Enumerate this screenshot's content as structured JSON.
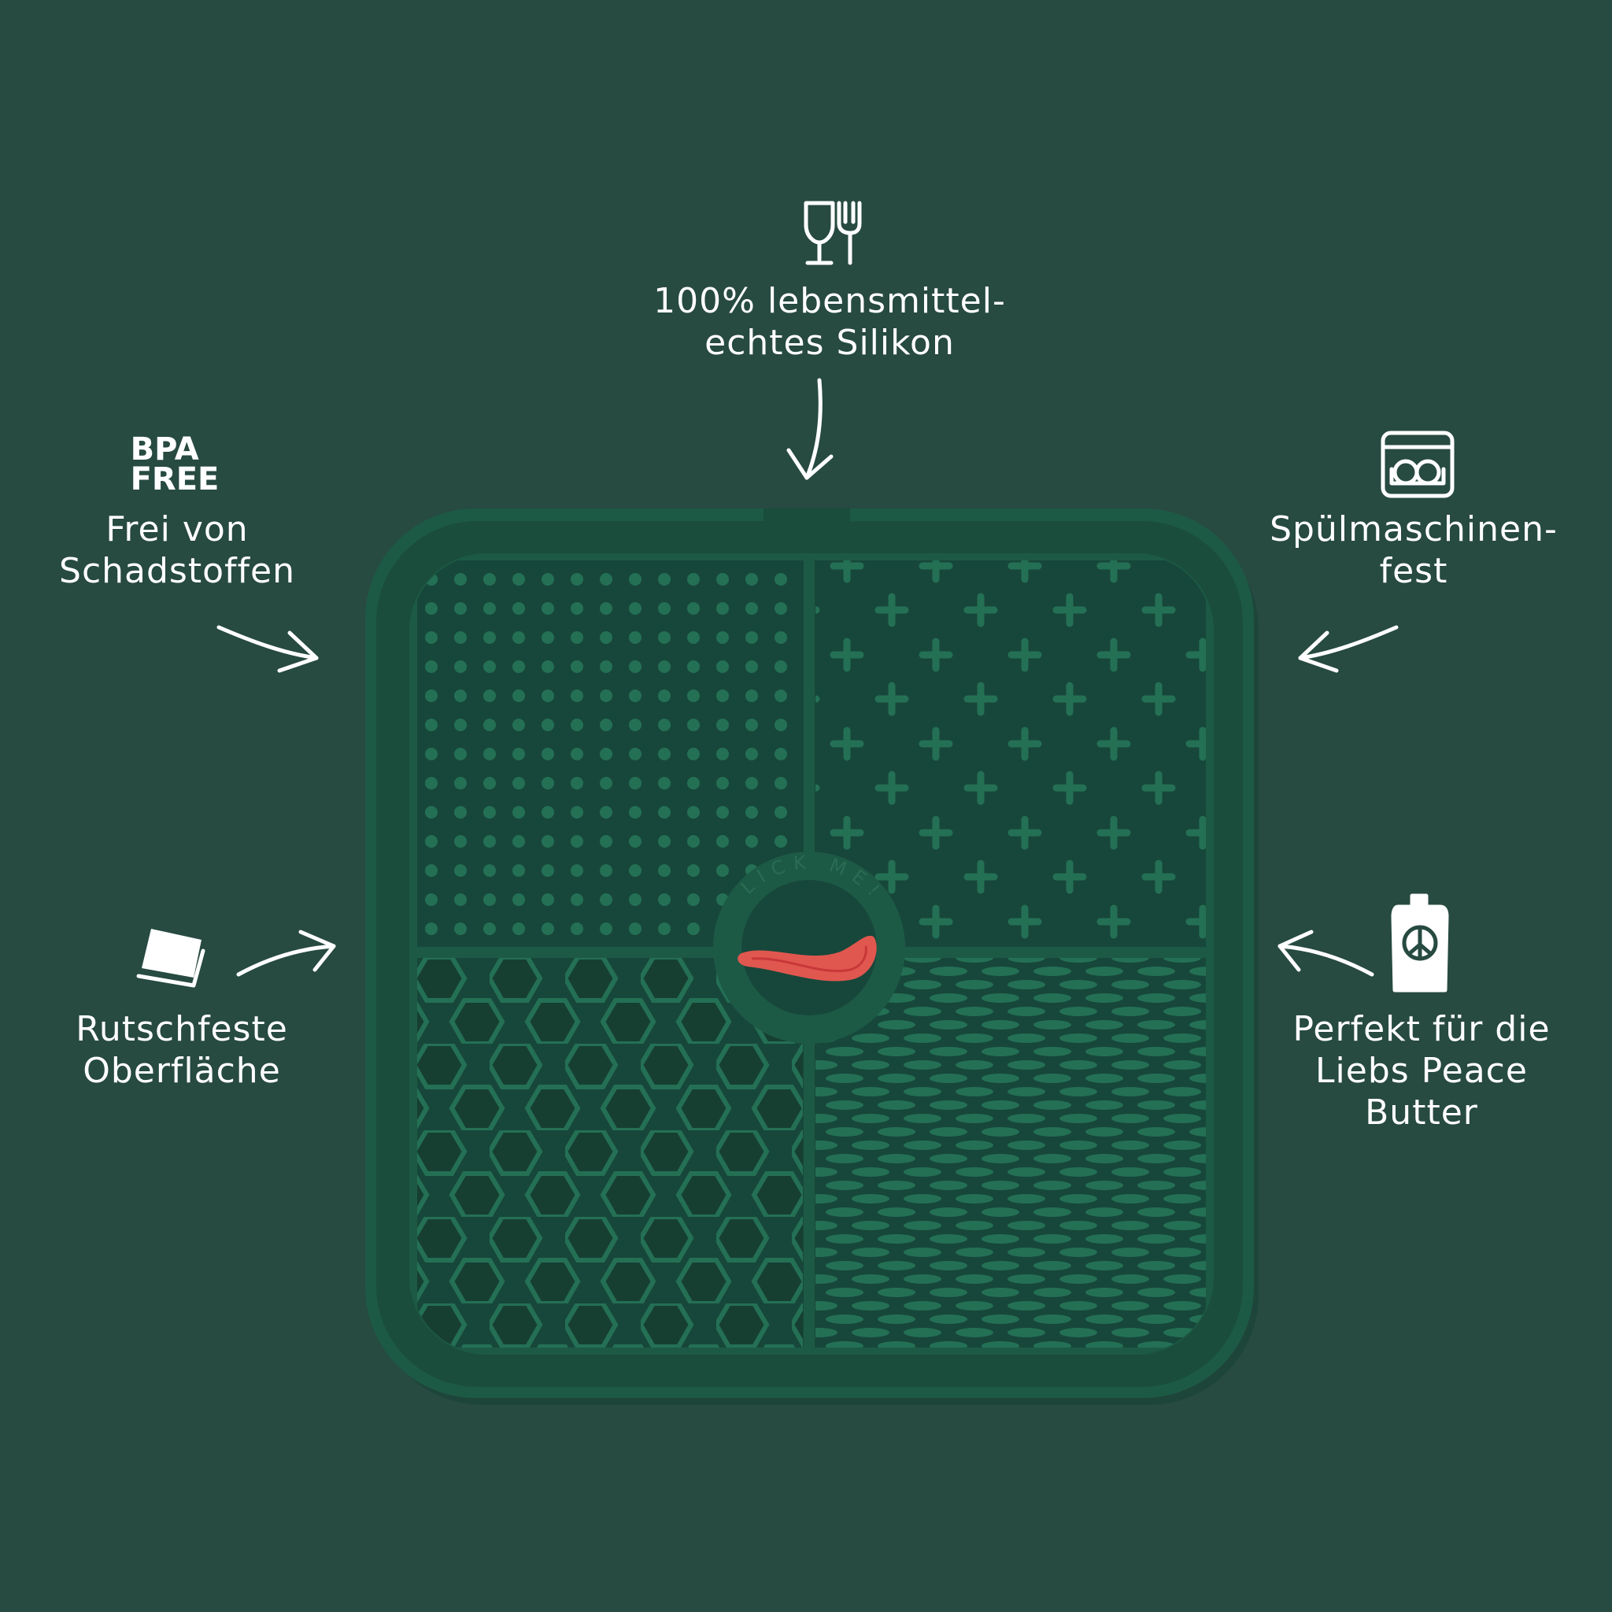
{
  "colors": {
    "background": "#274a41",
    "mat": "#1d5a45",
    "mat_dark": "#1a4a3a",
    "texture": "#236b52",
    "tongue": "#e0574f",
    "text": "#ffffff"
  },
  "features": {
    "top": {
      "icon": "wine-glass-fork-icon",
      "lines": [
        "100% lebensmittel-",
        "echtes Silikon"
      ]
    },
    "top_left": {
      "icon": "bpa-free-icon",
      "badge_lines": [
        "BPA",
        "FREE"
      ],
      "lines": [
        "Frei von",
        "Schadstoffen"
      ]
    },
    "top_right": {
      "icon": "dishwasher-icon",
      "lines": [
        "Spülmaschinen-",
        "fest"
      ]
    },
    "bottom_left": {
      "icon": "non-slip-mat-icon",
      "lines": [
        "Rutschfeste",
        "Oberfläche"
      ]
    },
    "bottom_right": {
      "icon": "peace-butter-squeeze-pack-icon",
      "lines": [
        "Perfekt für die",
        "Liebs Peace",
        "Butter"
      ]
    }
  },
  "product": {
    "center_text": "LICK ME!",
    "logo": "tongue-logo"
  }
}
